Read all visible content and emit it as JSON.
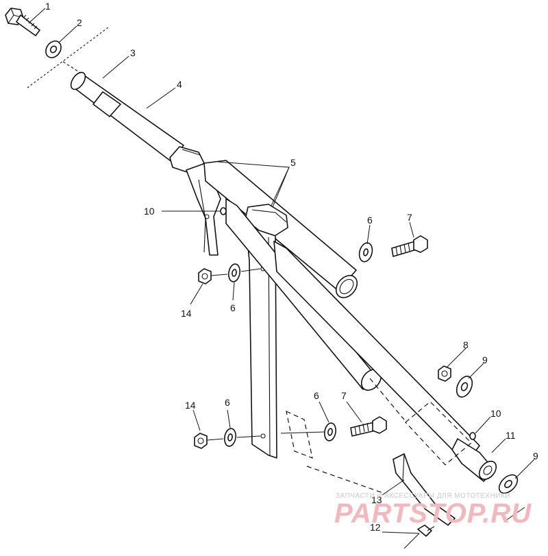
{
  "callouts": [
    {
      "id": "c1",
      "label": "1"
    },
    {
      "id": "c2",
      "label": "2"
    },
    {
      "id": "c3",
      "label": "3"
    },
    {
      "id": "c4",
      "label": "4"
    },
    {
      "id": "c5",
      "label": "5"
    },
    {
      "id": "c6a",
      "label": "6"
    },
    {
      "id": "c7a",
      "label": "7"
    },
    {
      "id": "c10a",
      "label": "10"
    },
    {
      "id": "c14a",
      "label": "14"
    },
    {
      "id": "c6b",
      "label": "6"
    },
    {
      "id": "c8",
      "label": "8"
    },
    {
      "id": "c9a",
      "label": "9"
    },
    {
      "id": "c10b",
      "label": "10"
    },
    {
      "id": "c11",
      "label": "11"
    },
    {
      "id": "c9b",
      "label": "9"
    },
    {
      "id": "c14b",
      "label": "14"
    },
    {
      "id": "c6c",
      "label": "6"
    },
    {
      "id": "c6d",
      "label": "6"
    },
    {
      "id": "c7b",
      "label": "7"
    },
    {
      "id": "c13",
      "label": "13"
    },
    {
      "id": "c12",
      "label": "12"
    }
  ],
  "watermark": {
    "tagline": "ЗАПЧАСТИ И АКСЕССУАРЫ ДЛЯ МОТОТЕХНИКИ",
    "brand": "PARTSTOP.RU"
  }
}
